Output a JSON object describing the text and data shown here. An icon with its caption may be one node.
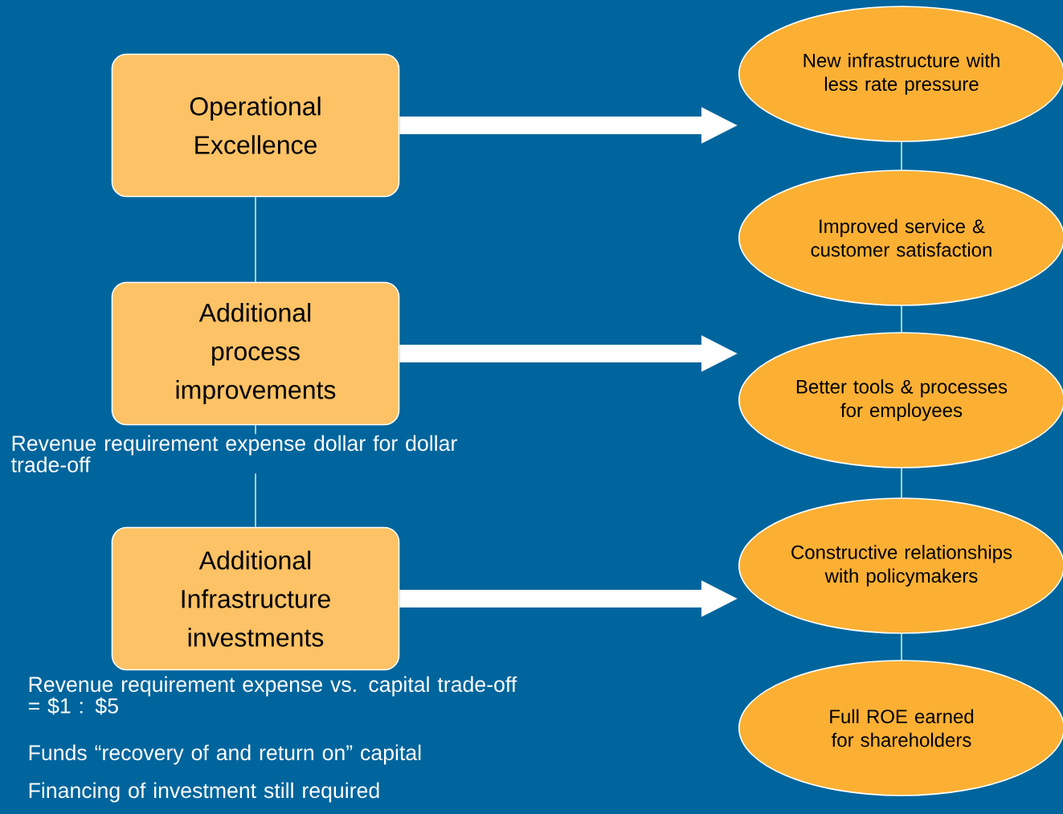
{
  "diagram": {
    "nodes": [
      {
        "text": [
          "Operational Excellence"
        ]
      },
      {
        "text": [
          "Additional process improvements"
        ],
        "beside": [
          "Revenue requirement expense dollar for dollar trade-off"
        ]
      },
      {
        "text": [
          "Additional Infrastructure investments"
        ],
        "beside": [
          "Revenue requirement expense vs. capital trade-off =  $1 : $5",
          "Funds “recovery of and return on” capital",
          "Financing of investment still required"
        ]
      },
      {
        "text": [
          "New infrastructure with less rate pressure"
        ]
      },
      {
        "text": [
          "Improved service & customer satisfaction"
        ]
      },
      {
        "text": [
          "Better tools & processes for employees"
        ]
      },
      {
        "text": [
          "Constructive relationships with policymakers"
        ]
      },
      {
        "text": [
          "Full ROE earned for shareholders"
        ]
      }
    ],
    "edges": [
      {
        "from": 0,
        "to": 1,
        "arrow": "none"
      },
      {
        "from": 1,
        "to": 2,
        "arrow": "none"
      },
      {
        "from": 3,
        "to": 4,
        "arrow": "none"
      },
      {
        "from": 4,
        "to": 5,
        "arrow": "none"
      },
      {
        "from": 5,
        "to": 6,
        "arrow": "none"
      },
      {
        "from": 6,
        "to": 7,
        "arrow": "none"
      },
      {
        "from": 0,
        "to": 3,
        "arrow": "to",
        "style": "thick"
      },
      {
        "from": 1,
        "to": 5,
        "arrow": "to",
        "style": "thick"
      },
      {
        "from": 2,
        "to": 6,
        "arrow": "to",
        "style": "thick"
      }
    ]
  }
}
